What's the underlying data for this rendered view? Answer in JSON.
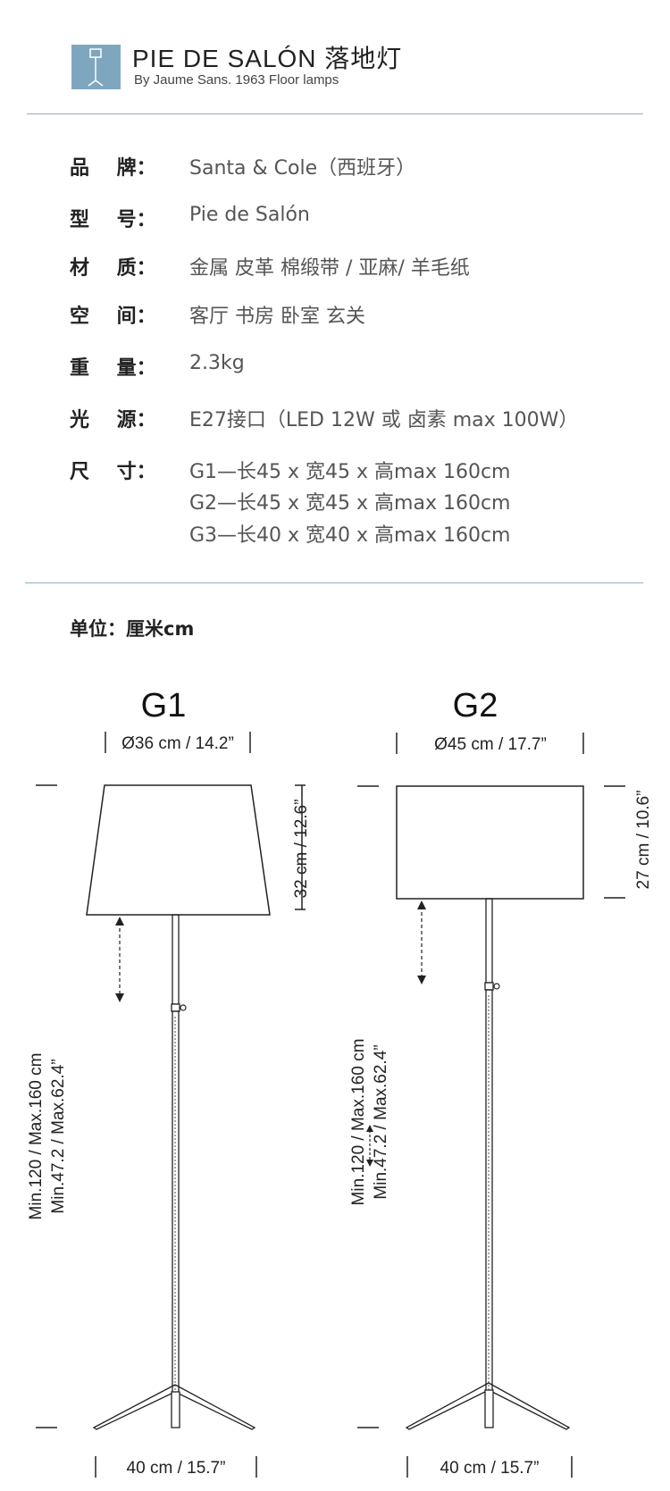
{
  "header": {
    "title": "PIE DE SALÓN 落地灯",
    "subtitle": "By Jaume Sans. 1963 Floor lamps"
  },
  "specs": [
    {
      "label": "品    牌：",
      "values": [
        "Santa & Cole（西班牙）"
      ]
    },
    {
      "label": "型    号：",
      "values": [
        "Pie de Salón"
      ]
    },
    {
      "label": "材    质：",
      "values": [
        "金属  皮革  棉缎带 / 亚麻/  羊毛纸"
      ]
    },
    {
      "label": "空    间：",
      "values": [
        "客厅  书房  卧室  玄关"
      ]
    },
    {
      "label": "重    量：",
      "values": [
        "2.3kg"
      ]
    },
    {
      "label": "光    源：",
      "values": [
        "E27接口（LED  12W 或 卤素 max 100W）"
      ]
    },
    {
      "label": "尺    寸：",
      "values": [
        "G1—长45 x 宽45 x 高max 160cm",
        "G2—长45 x 宽45 x 高max 160cm",
        "G3—长40 x 宽40 x 高max 160cm"
      ]
    }
  ],
  "unit_label": "单位：厘米cm",
  "drawings": {
    "g1": {
      "name": "G1",
      "shade_diameter": "Ø36 cm / 14.2”",
      "shade_height": "32 cm / 12.6”",
      "height_cm": "Min.120 / Max.160 cm",
      "height_in": "Min.47.2 / Max.62.4”",
      "base_width": "40 cm / 15.7”"
    },
    "g2": {
      "name": "G2",
      "shade_diameter": "Ø45 cm / 17.7”",
      "shade_height": "27 cm / 10.6”",
      "height_cm": "Min.120 / Max.160 cm",
      "height_in": "Min.47.2 / Max.62.4”",
      "base_width": "40 cm / 15.7”"
    }
  }
}
